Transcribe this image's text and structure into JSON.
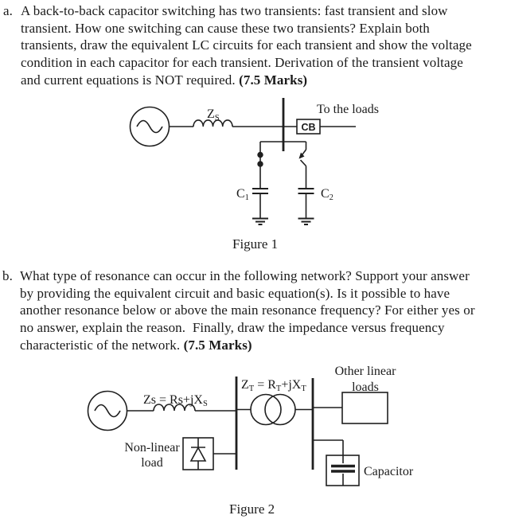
{
  "page": {
    "background": "#ffffff",
    "ink": "#1b1b1b"
  },
  "question_a": {
    "label": "a.",
    "body": "A back-to-back capacitor switching has two transients: fast transient and slow\ntransient. How one switching can cause these two transients? Explain both\ntransients, draw the equivalent LC circuits for each transient and show the voltage\ncondition in each capacitor for each transient. Derivation of the transient voltage\nand current equations is NOT required. ",
    "marks": "(7.5 Marks)"
  },
  "question_b": {
    "label": "b.",
    "body": "What type of resonance can occur in the following network? Support your answer\nby providing the equivalent circuit and basic equation(s). Is it possible to have\nanother resonance below or above the main resonance frequency? For either yes or\nno answer, explain the reason.  Finally, draw the impedance versus frequency\ncharacteristic of the network. ",
    "marks": "(7.5 Marks)"
  },
  "figure1": {
    "caption": "Figure 1",
    "labels": {
      "zs_base": "Z",
      "zs_sub": "S",
      "cb": "CB",
      "to_loads": "To the loads",
      "c1_base": "C",
      "c1_sub": "1",
      "c2_base": "C",
      "c2_sub": "2"
    }
  },
  "figure2": {
    "caption": "Figure 2",
    "labels": {
      "zs_eq_base": "Zs = Rs+jX",
      "zs_eq_sub": "S",
      "zt_parts": [
        "Z",
        "T",
        " = R",
        "T",
        "+jX",
        "T"
      ],
      "other_loads_line1": "Other linear",
      "other_loads_line2": "loads",
      "nonlinear_line1": "Non-linear",
      "nonlinear_line2": "load",
      "capacitor": "Capacitor"
    }
  }
}
